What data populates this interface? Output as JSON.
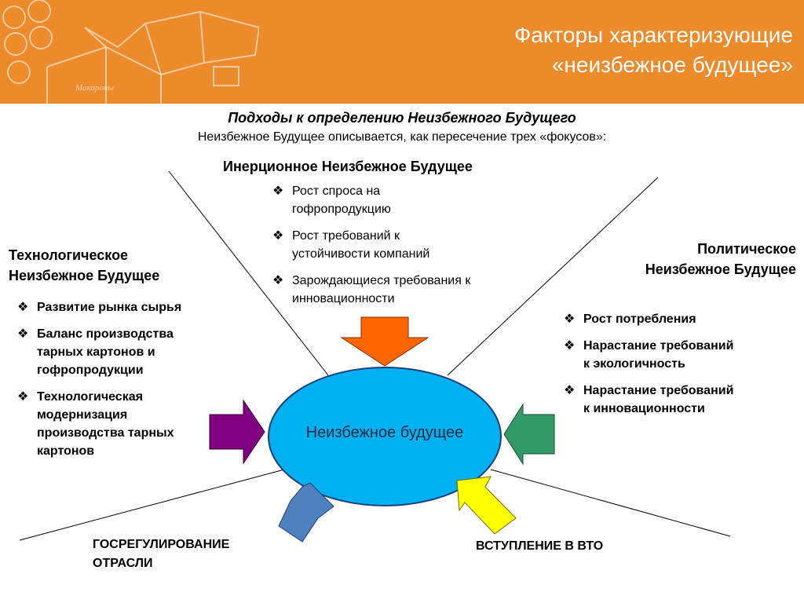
{
  "header": {
    "title_line1": "Факторы характеризующие",
    "title_line2": "«неизбежное будущее»",
    "background_color": "#ec8a2c",
    "box_text": "Макароны"
  },
  "subtitle": "Подходы к определению Неизбежного Будущего",
  "intro": "Неизбежное Будущее описывается, как пересечение трех «фокусов»:",
  "bullet_symbol": "❖",
  "inertial": {
    "title": "Инерционное Неизбежное Будущее",
    "items": [
      {
        "line1": " Рост спроса на",
        "line2": "гофропродукцию"
      },
      {
        "line1": " Рост требований к",
        "line2": "устойчивости компаний"
      },
      {
        "line1": "Зарождающиеся требования к",
        "line2": "инновационности"
      }
    ]
  },
  "technological": {
    "title_line1": "Технологическое",
    "title_line2": "Неизбежное Будущее",
    "items": [
      {
        "line1": " Развитие рынка сырья"
      },
      {
        "line1": "Баланс производства",
        "line2": "тарных картонов и",
        "line3": "гофропродукции"
      },
      {
        "line1": "Технологическая",
        "line2": "модернизация",
        "line3": "производства тарных",
        "line4": "картонов"
      }
    ]
  },
  "political": {
    "title_line1": "Политическое",
    "title_line2": "Неизбежное Будущее",
    "items": [
      {
        "line1": " Рост потребления"
      },
      {
        "line1": " Нарастание требований",
        "line2": "к экологичность"
      },
      {
        "line1": "Нарастание требований",
        "line2": "к инновационности"
      }
    ]
  },
  "center": {
    "label": "Неизбежное будущее",
    "fill": "#00b0f0",
    "stroke": "#1f3f7a"
  },
  "bottom_left": {
    "line1": "ГОСРЕГУЛИРОВАНИЕ",
    "line2": "ОТРАСЛИ"
  },
  "bottom_right": {
    "line1": "ВСТУПЛЕНИЕ В ВТО"
  },
  "arrow_colors": {
    "top": "#ff6600",
    "left": "#800080",
    "right": "#339966",
    "bottom_left": "#4f81bd",
    "bottom_right": "#ffff00"
  }
}
